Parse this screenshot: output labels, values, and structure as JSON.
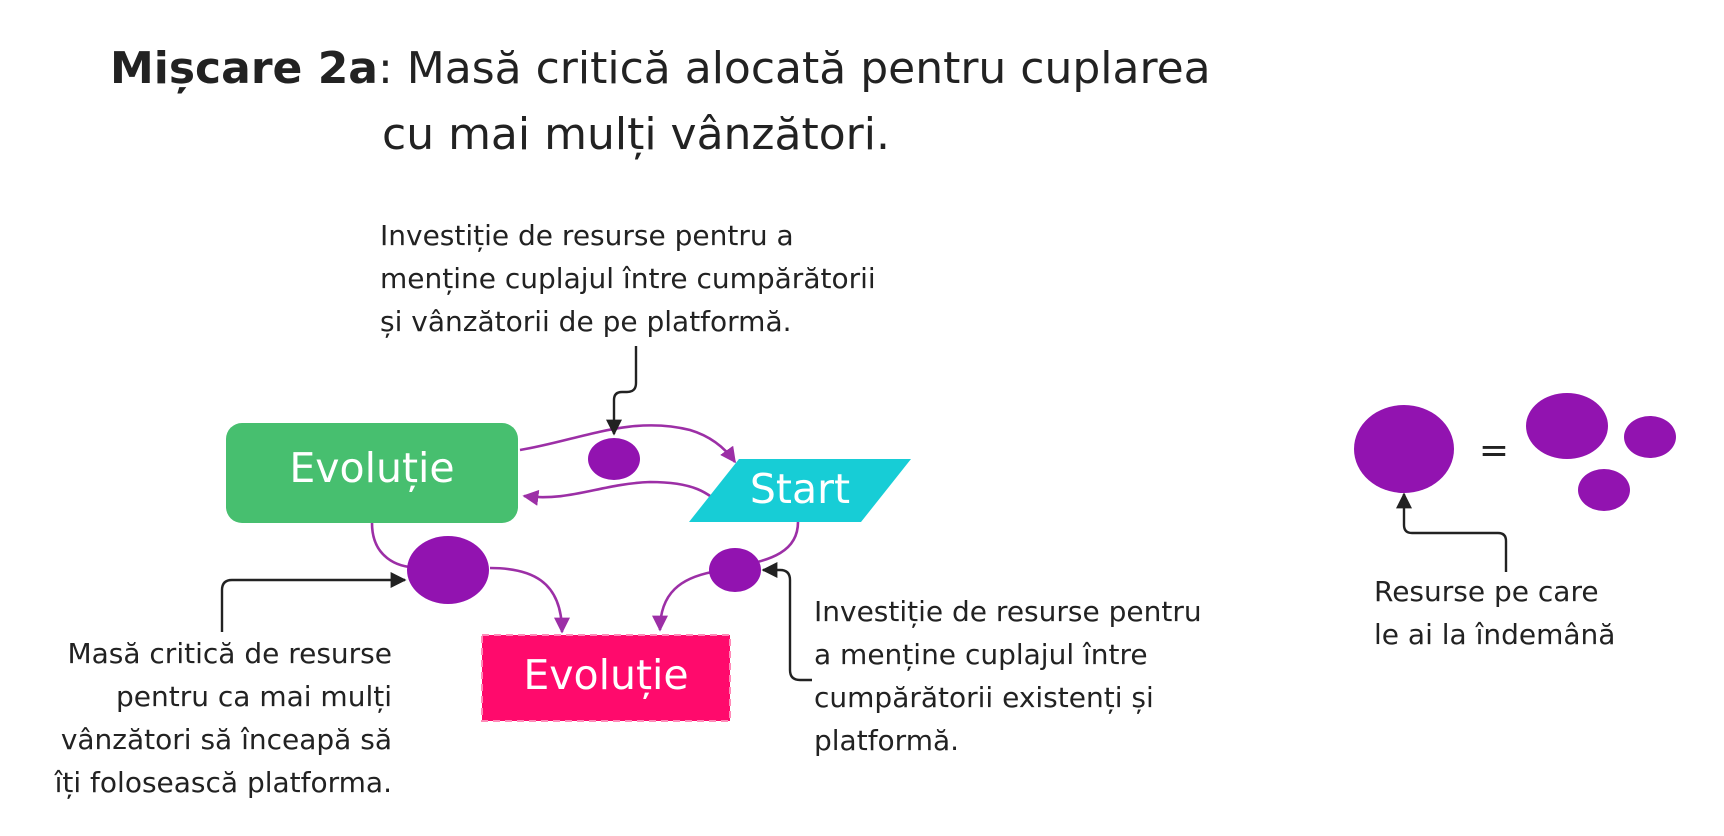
{
  "title": {
    "bold": "Mișcare 2a",
    "rest": ": Masă critică alocată pentru cuplarea",
    "line2": "cu mai mulți vânzători."
  },
  "nodes": {
    "evolutie_top": "Evoluție",
    "start": "Start",
    "evolutie_bottom": "Evoluție"
  },
  "notes": {
    "top": [
      "Investiție de resurse pentru a",
      "menține cuplajul între cumpărătorii",
      "și vânzătorii de pe platformă."
    ],
    "left": [
      "Masă critică de resurse",
      "pentru ca mai mulți",
      "vânzători să înceapă să",
      "îți folosească platforma."
    ],
    "right": [
      "Investiție de resurse pentru",
      "a menține cuplajul între",
      "cumpărătorii existenți și",
      "platformă."
    ],
    "resources": [
      "Resurse pe care",
      "le ai la îndemână"
    ]
  },
  "legend": {
    "equals": "="
  },
  "colors": {
    "green": "#47bf6f",
    "cyan": "#17cdd6",
    "pink": "#ff0a6c",
    "purple": "#9213b0",
    "purple_line": "#9c2fa6",
    "arrow": "#222222"
  }
}
